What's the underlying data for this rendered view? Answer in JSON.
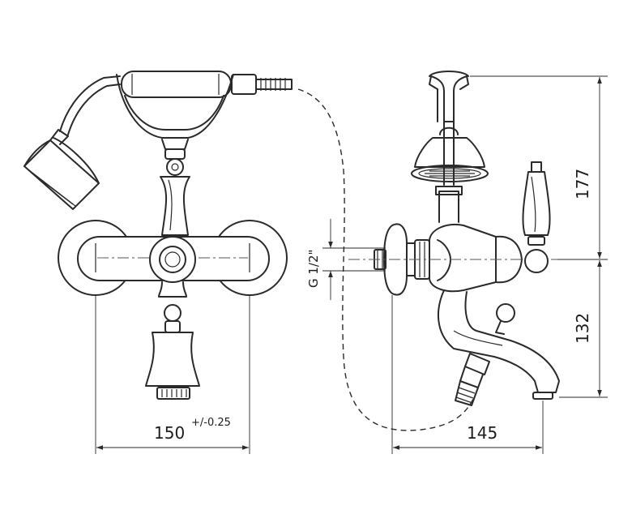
{
  "dimensions": {
    "width_total": "150",
    "width_tolerance": "+/-0.25",
    "depth": "145",
    "height_upper": "177",
    "height_lower": "132",
    "thread": "G 1/2\""
  },
  "colors": {
    "line": "#2a2a2a",
    "background": "#ffffff"
  }
}
